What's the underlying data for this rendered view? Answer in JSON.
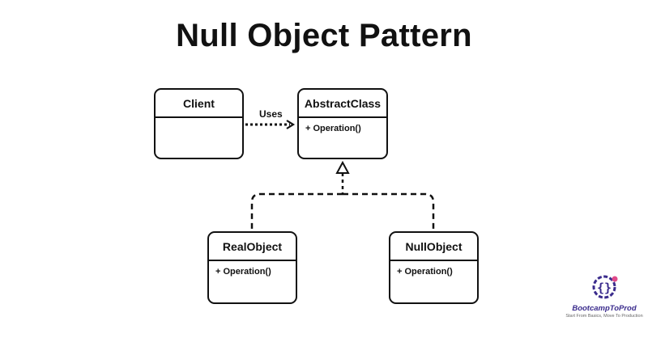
{
  "title": "Null Object Pattern",
  "classes": {
    "client": {
      "name": "Client",
      "members": ""
    },
    "abstract": {
      "name": "AbstractClass",
      "members": "+ Operation()"
    },
    "real": {
      "name": "RealObject",
      "members": "+ Operation()"
    },
    "null": {
      "name": "NullObject",
      "members": "+ Operation()"
    }
  },
  "relations": {
    "uses_label": "Uses"
  },
  "logo": {
    "name": "BootcampToProd",
    "tagline": "Start From Basics, Move To Production",
    "color": "#3a2b8c"
  }
}
